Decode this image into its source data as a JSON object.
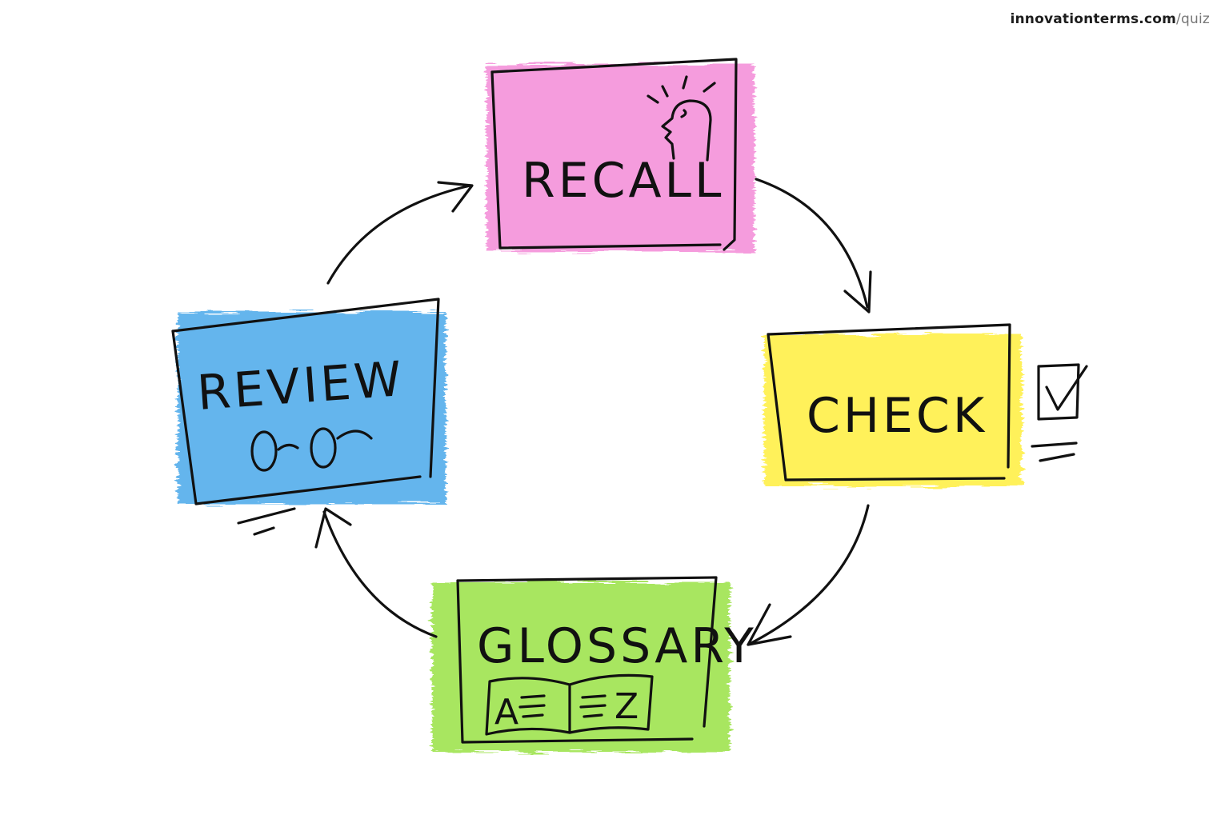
{
  "brand": {
    "domain": "innovationterms.com",
    "path": "/quiz"
  },
  "nodes": {
    "recall": {
      "label": "RECALL",
      "icon": "head-thinking-icon",
      "color": "#f48bd8"
    },
    "check": {
      "label": "CHECK",
      "icon": "checkbox-icon",
      "color": "#fff04a"
    },
    "glossary": {
      "label": "GLOSSARY",
      "icon": "open-book-icon",
      "color": "#9fe44f",
      "book_left": "A",
      "book_right": "Z"
    },
    "review": {
      "label": "REVIEW",
      "icon": "glasses-icon",
      "color": "#4aa9ea"
    }
  },
  "colors": {
    "ink": "#111111",
    "background": "#ffffff"
  }
}
